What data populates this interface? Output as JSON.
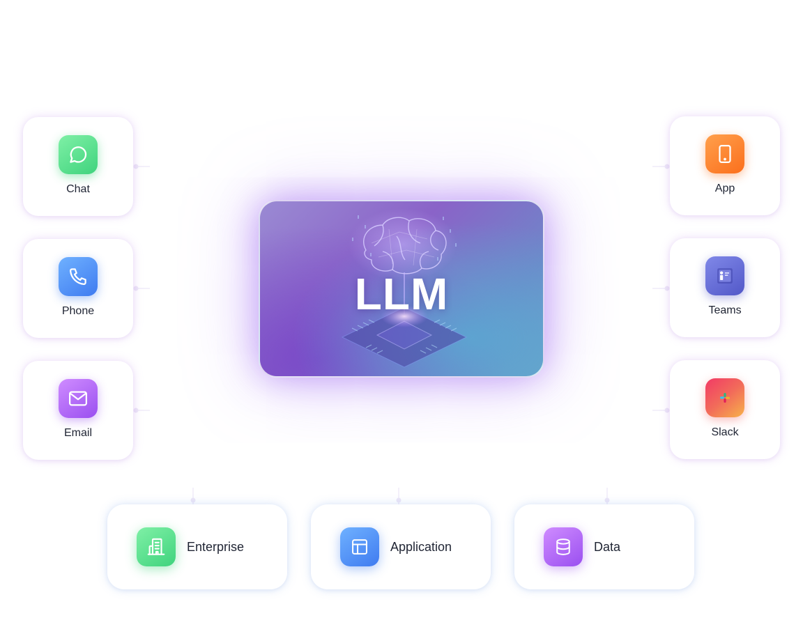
{
  "center": {
    "title": "LLM"
  },
  "channels_left": [
    {
      "label": "Chat",
      "icon": "chat-bubble-icon"
    },
    {
      "label": "Phone",
      "icon": "phone-icon"
    },
    {
      "label": "Email",
      "icon": "envelope-icon"
    }
  ],
  "channels_right": [
    {
      "label": "App",
      "icon": "smartphone-icon"
    },
    {
      "label": "Teams",
      "icon": "teams-icon"
    },
    {
      "label": "Slack",
      "icon": "slack-icon"
    }
  ],
  "sources": [
    {
      "label": "Enterprise",
      "icon": "building-icon"
    },
    {
      "label": "Application",
      "icon": "layout-icon"
    },
    {
      "label": "Data",
      "icon": "database-icon"
    }
  ],
  "colors": {
    "chat": "#3fd37d",
    "phone": "#3f7bf0",
    "email": "#9a4ff0",
    "app": "#fb6f1c",
    "teams": "#5258c8",
    "slack": "#f23a66",
    "glow": "#9a5cf0"
  }
}
